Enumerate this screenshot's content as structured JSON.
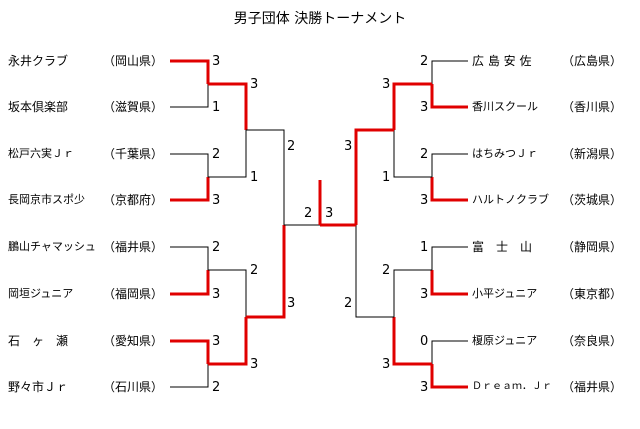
{
  "title": "男子団体 決勝トーナメント",
  "colors": {
    "winner": "#e00000",
    "loser": "#000000"
  },
  "left_teams": [
    {
      "name": "永井クラブ",
      "pref": "（岡山県）"
    },
    {
      "name": "坂本倶楽部",
      "pref": "（滋賀県）"
    },
    {
      "name": "松戸六実Ｊｒ",
      "pref": "（千葉県）"
    },
    {
      "name": "長岡京市スポ少",
      "pref": "（京都府）"
    },
    {
      "name": "鵬山チャマッシュ",
      "pref": "（福井県）"
    },
    {
      "name": "岡垣ジュニア",
      "pref": "（福岡県）"
    },
    {
      "name": "石　ヶ　瀬",
      "pref": "（愛知県）"
    },
    {
      "name": "野々市Ｊｒ",
      "pref": "（石川県）"
    }
  ],
  "right_teams": [
    {
      "name": "広 島 安 佐",
      "pref": "（広島県）"
    },
    {
      "name": "香川スクール",
      "pref": "（香川県）"
    },
    {
      "name": "はちみつＪｒ",
      "pref": "（新潟県）"
    },
    {
      "name": "ハルトノクラブ",
      "pref": "（茨城県）"
    },
    {
      "name": "富　士　山",
      "pref": "（静岡県）"
    },
    {
      "name": "小平ジュニア",
      "pref": "（東京都）"
    },
    {
      "name": "榎原ジュニア",
      "pref": "（奈良県）"
    },
    {
      "name": "Ｄｒｅａｍ．Ｊｒ",
      "pref": "（福井県）"
    }
  ],
  "scores": {
    "left_r1": [
      "3",
      "1",
      "2",
      "3",
      "2",
      "3",
      "3",
      "2"
    ],
    "left_r2": [
      "3",
      "1",
      "2",
      "3"
    ],
    "left_r3": [
      "2",
      "3"
    ],
    "right_r1": [
      "2",
      "3",
      "2",
      "3",
      "1",
      "3",
      "0",
      "3"
    ],
    "right_r2": [
      "3",
      "1",
      "2",
      "3"
    ],
    "right_r3": [
      "3",
      "2"
    ],
    "final_left": "2",
    "final_right": "3"
  }
}
